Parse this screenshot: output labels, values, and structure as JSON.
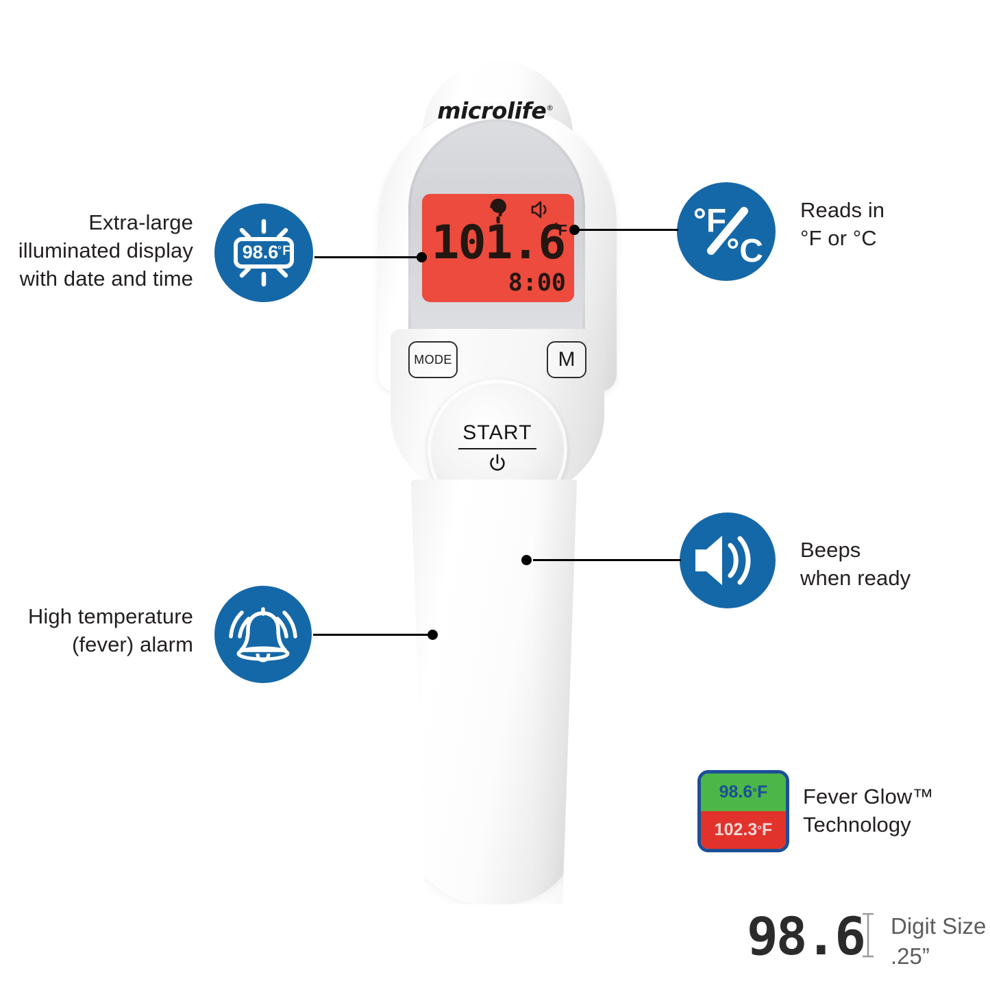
{
  "page": {
    "title": "Microlife Non-Contact Forehead Thermometer feature infographic",
    "background": "#ffffff",
    "accent_blue": "#1568a8"
  },
  "device": {
    "brand": "microlife",
    "brand_superscript": "®",
    "display": {
      "reading": "101.6",
      "unit_degree": "°",
      "unit_letter": "F",
      "time": "8:00",
      "backlight_color": "#ec4b3d",
      "digit_color": "#241611",
      "icons": [
        "head-silhouette-icon",
        "speaker-icon"
      ]
    },
    "buttons": {
      "mode": "MODE",
      "memory": "M",
      "start": "START",
      "start_power_symbol": "power-icon"
    }
  },
  "features": [
    {
      "id": "illuminated-display",
      "text": "Extra-large\nilluminated display\nwith date and time",
      "align": "right",
      "icon": "illuminated-display-icon",
      "icon_value": "98.6",
      "icon_unit_degree": "°",
      "icon_unit_letter": "F"
    },
    {
      "id": "units",
      "text": "Reads in\n°F or °C",
      "align": "left",
      "icon": "fahrenheit-celsius-icon",
      "icon_top": "°F",
      "icon_bottom": "°C"
    },
    {
      "id": "beeps",
      "text": "Beeps\nwhen ready",
      "align": "left",
      "icon": "speaker-icon"
    },
    {
      "id": "fever-alarm",
      "text": "High temperature\n(fever) alarm",
      "align": "right",
      "icon": "ringing-bell-icon"
    }
  ],
  "fever_glow": {
    "normal_value": "98.6",
    "normal_degree": "°",
    "normal_unit": "F",
    "normal_bg": "#4cb648",
    "fever_value": "102.3",
    "fever_degree": "°",
    "fever_unit": "F",
    "fever_bg": "#e2322c",
    "border_color": "#1b4f96",
    "label": "Fever Glow™\nTechnology"
  },
  "digit_size": {
    "sample": "98.6",
    "label": "Digit Size\n.25”"
  }
}
